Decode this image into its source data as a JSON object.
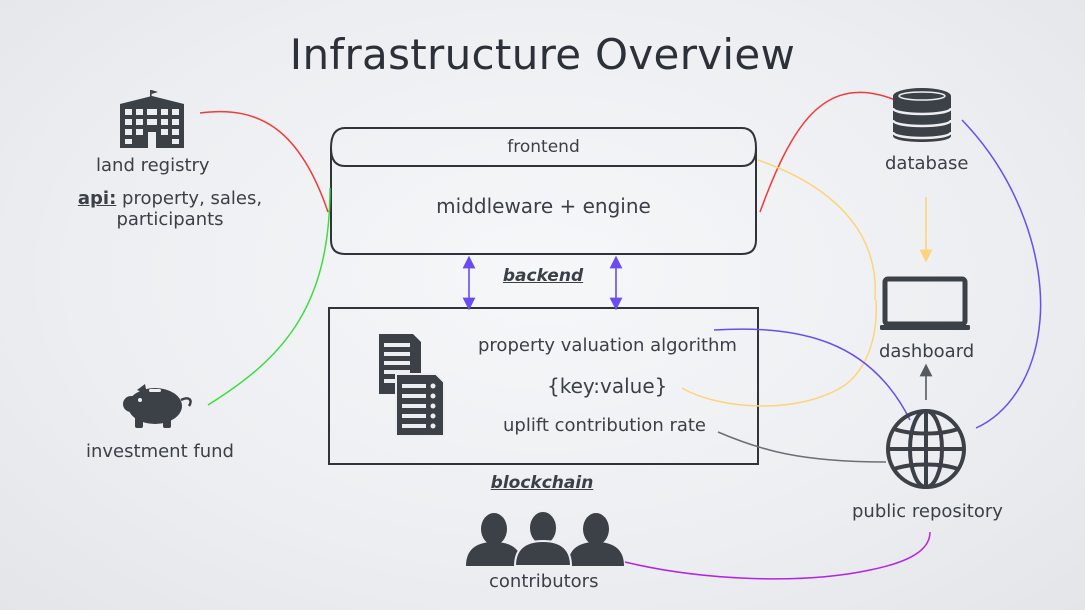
{
  "title": "Infrastructure Overview",
  "nodes": {
    "land_registry": {
      "label": "land registry",
      "api_prefix": "api:",
      "api_line1": " property, sales,",
      "api_line2": "participants"
    },
    "investment_fund": {
      "label": "investment fund"
    },
    "backend": {
      "frontend_label": "frontend",
      "middleware_label": "middleware + engine",
      "caption": "backend"
    },
    "blockchain": {
      "items": [
        "property valuation algorithm",
        "{key:value}",
        "uplift contribution rate"
      ],
      "caption": "blockchain"
    },
    "contributors": {
      "label": "contributors"
    },
    "database": {
      "label": "database"
    },
    "dashboard": {
      "label": "dashboard"
    },
    "public_repository": {
      "label": "public repository"
    }
  },
  "colors": {
    "red": "#ef3b3b",
    "green": "#3fdc3f",
    "yellow": "#fdd47a",
    "violet": "#6a4cf0",
    "purple": "#b224e8",
    "grey": "#6b6f75",
    "icon": "#3c4047"
  }
}
